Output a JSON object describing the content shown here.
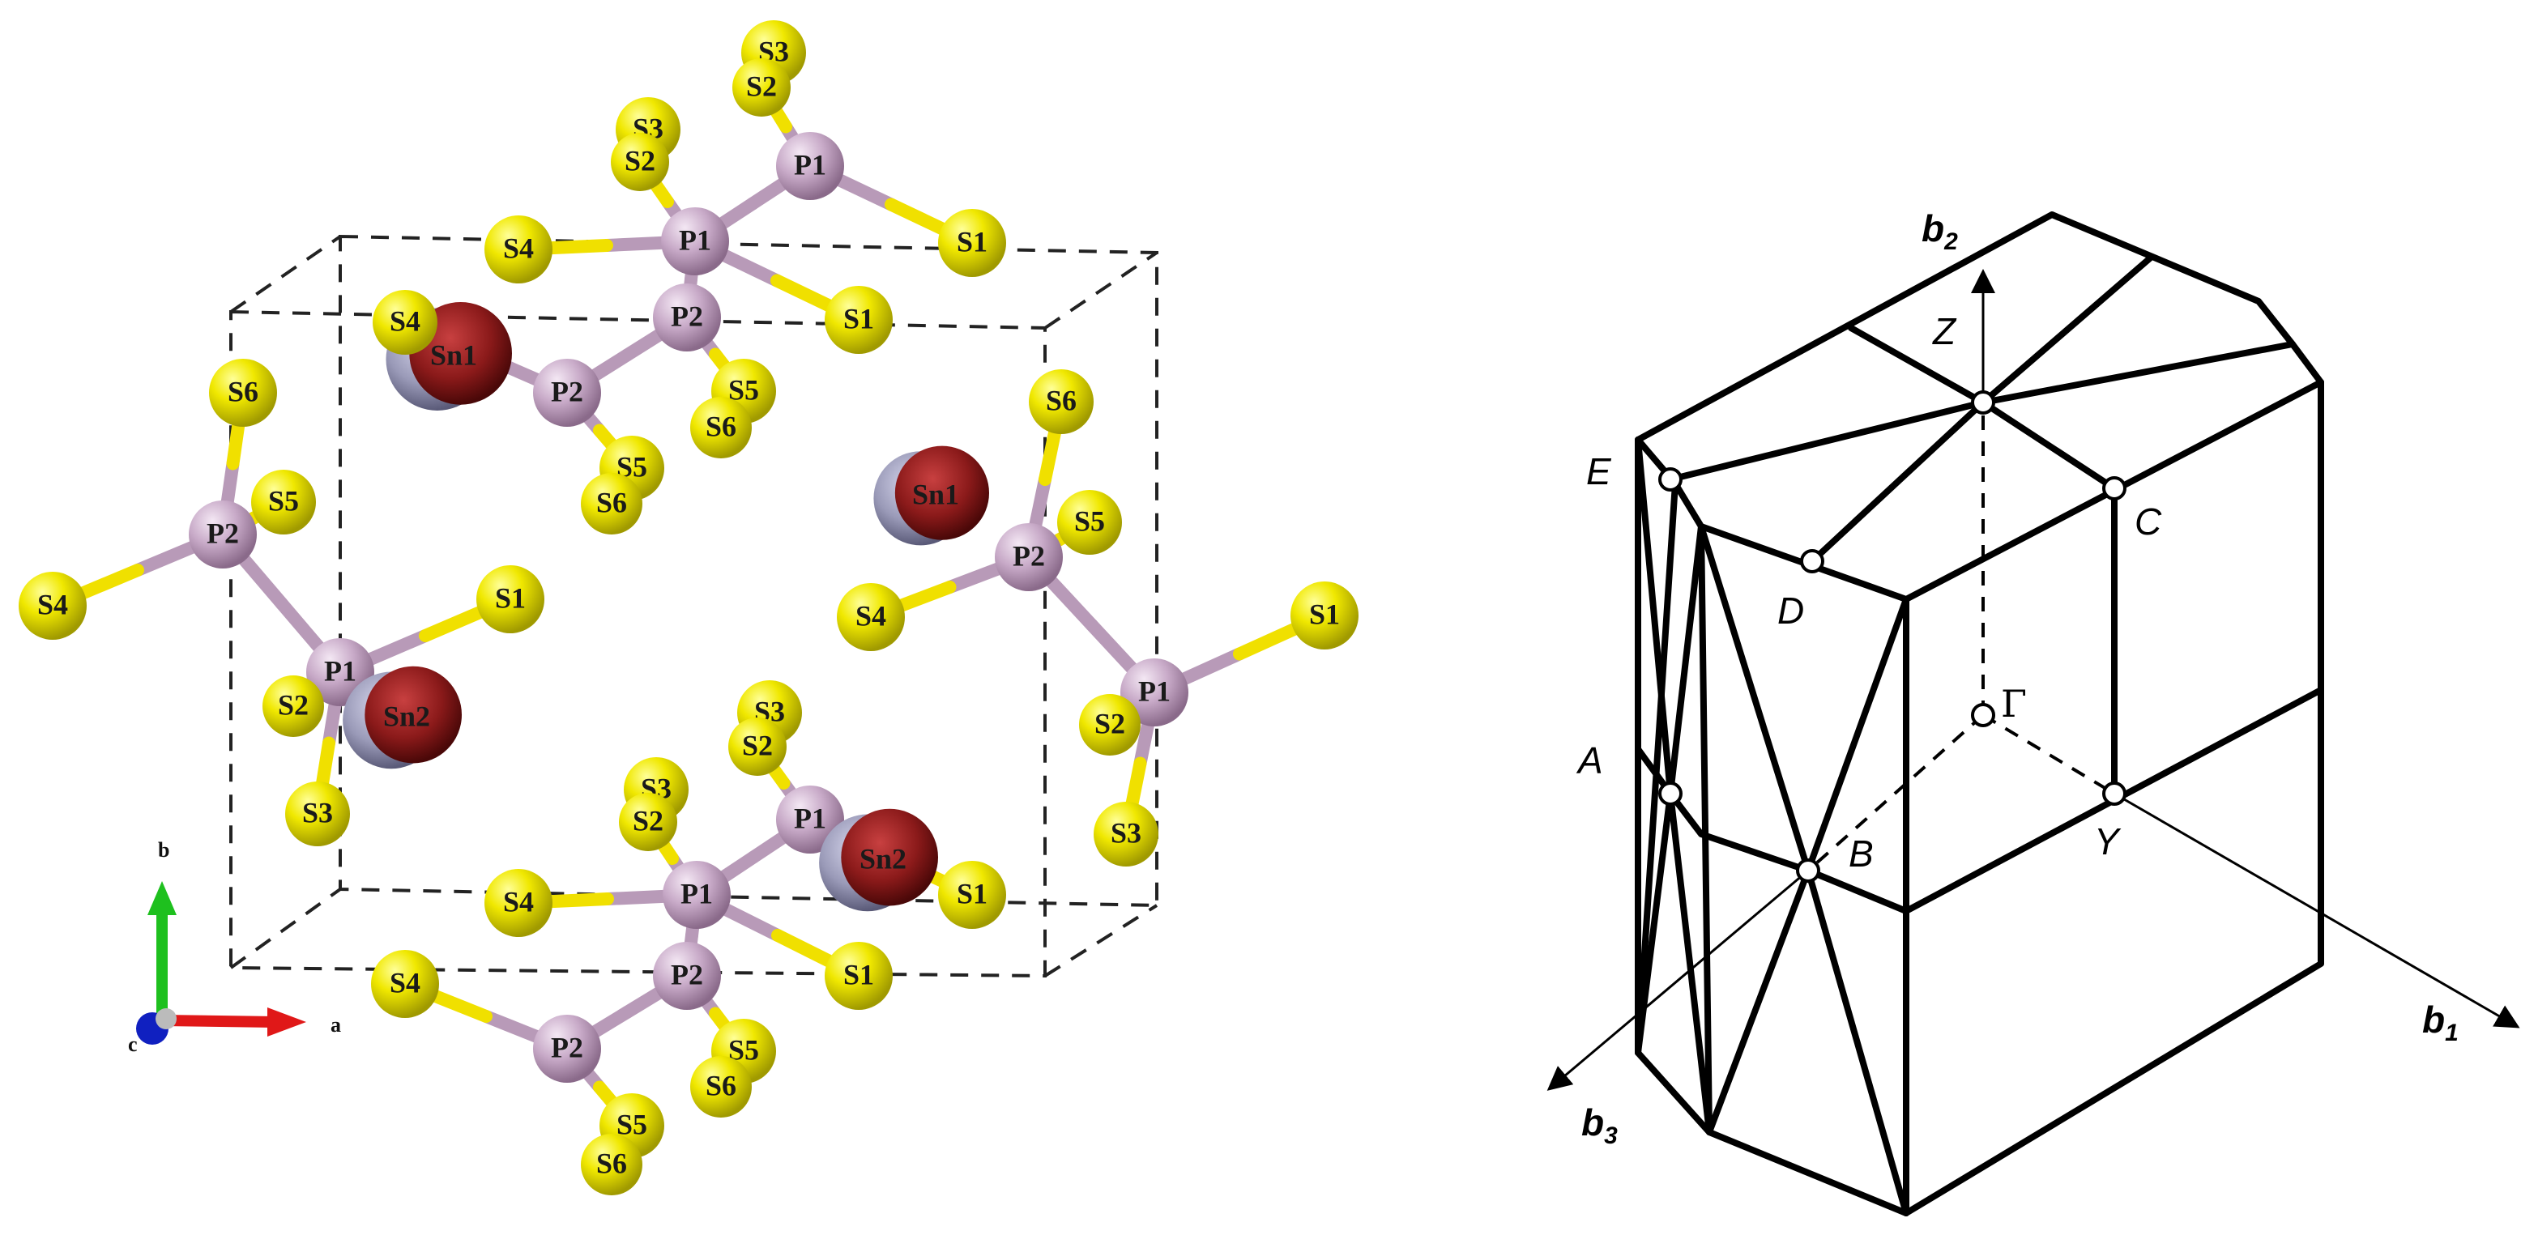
{
  "crystal_structure": {
    "atom_labels": {
      "S1": "S1",
      "S2": "S2",
      "S3": "S3",
      "S4": "S4",
      "S5": "S5",
      "S6": "S6",
      "P1": "P1",
      "P2": "P2",
      "Sn1": "Sn1",
      "Sn2": "Sn2"
    },
    "colors": {
      "sulfur": "#e8e000",
      "phosphorus": "#c8a8c8",
      "tin_dark": "#8b1a1a",
      "tin_light": "#9a9ab8",
      "bond_s": "#f0e000",
      "bond_p": "#b89ab8"
    },
    "axes_legend": {
      "a": "a",
      "b": "b",
      "c": "c"
    }
  },
  "brillouin_zone": {
    "points": {
      "E": "E",
      "C": "C",
      "D": "D",
      "Z": "Z",
      "A": "A",
      "B": "B",
      "Y": "Y",
      "Gamma": "Γ"
    },
    "vectors": {
      "b1": {
        "base": "b",
        "sub": "1"
      },
      "b2": {
        "base": "b",
        "sub": "2"
      },
      "b3": {
        "base": "b",
        "sub": "3"
      }
    }
  }
}
